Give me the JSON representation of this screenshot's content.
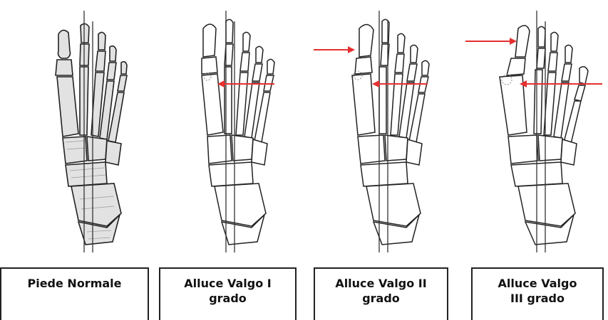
{
  "panels": [
    {
      "id": "normal",
      "label_lines": [
        "Piede Normale"
      ]
    },
    {
      "id": "grade1",
      "label_lines": [
        "Alluce Valgo I",
        "grado"
      ]
    },
    {
      "id": "grade2",
      "label_lines": [
        "Alluce Valgo II",
        "grado"
      ]
    },
    {
      "id": "grade3",
      "label_lines": [
        "Alluce Valgo",
        "III grado"
      ]
    }
  ],
  "colors": {
    "arrow": "#e53030",
    "bone_outline": "#222222",
    "axis": "#333333",
    "hatch": "#9a9a9a"
  }
}
